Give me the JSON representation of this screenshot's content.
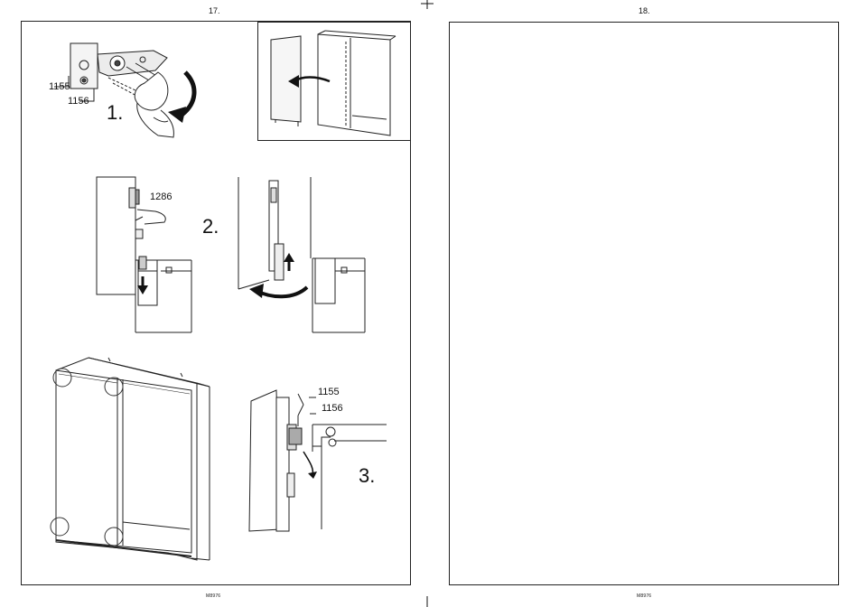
{
  "left_page": {
    "page_number": "17.",
    "model_code": "M8976",
    "steps": [
      {
        "label": "1.",
        "parts": [
          "1155",
          "1156"
        ]
      },
      {
        "label": "2.",
        "parts": [
          "1286"
        ]
      },
      {
        "label": "3.",
        "parts": [
          "1155",
          "1156"
        ]
      }
    ]
  },
  "right_page": {
    "page_number": "18.",
    "model_code": "M8976"
  }
}
